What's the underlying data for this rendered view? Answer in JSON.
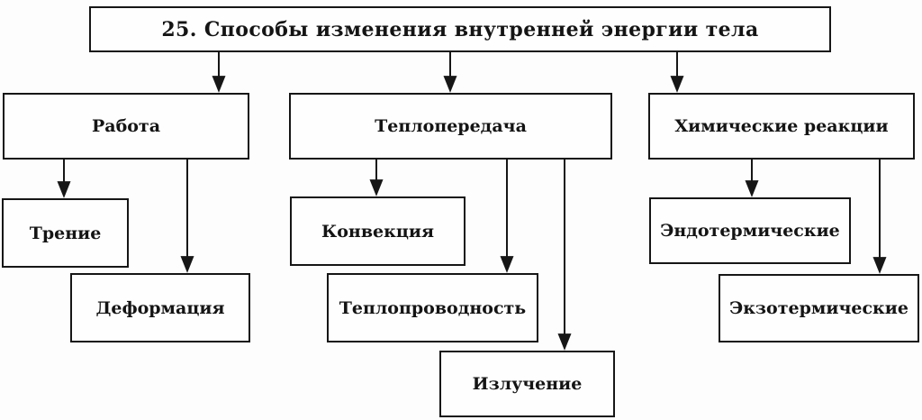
{
  "diagram": {
    "title": "25. Способы изменения внутренней энергии тела",
    "colors": {
      "border": "#161616",
      "background": "#fdfdfd",
      "text": "#141414"
    },
    "nodes": {
      "work": {
        "label": "Работа"
      },
      "heat_transfer": {
        "label": "Теплопередача"
      },
      "chemical_reactions": {
        "label": "Химические реакции"
      },
      "friction": {
        "label": "Трение"
      },
      "deformation": {
        "label": "Деформация"
      },
      "convection": {
        "label": "Конвекция"
      },
      "conduction": {
        "label": "Теплопроводность"
      },
      "radiation": {
        "label": "Излучение"
      },
      "endothermic": {
        "label": "Эндотермические"
      },
      "exothermic": {
        "label": "Экзотермические"
      }
    },
    "edges": [
      {
        "from": "title",
        "to": "work"
      },
      {
        "from": "title",
        "to": "heat_transfer"
      },
      {
        "from": "title",
        "to": "chemical_reactions"
      },
      {
        "from": "work",
        "to": "friction"
      },
      {
        "from": "work",
        "to": "deformation"
      },
      {
        "from": "heat_transfer",
        "to": "convection"
      },
      {
        "from": "heat_transfer",
        "to": "conduction"
      },
      {
        "from": "heat_transfer",
        "to": "radiation"
      },
      {
        "from": "chemical_reactions",
        "to": "endothermic"
      },
      {
        "from": "chemical_reactions",
        "to": "exothermic"
      }
    ]
  }
}
